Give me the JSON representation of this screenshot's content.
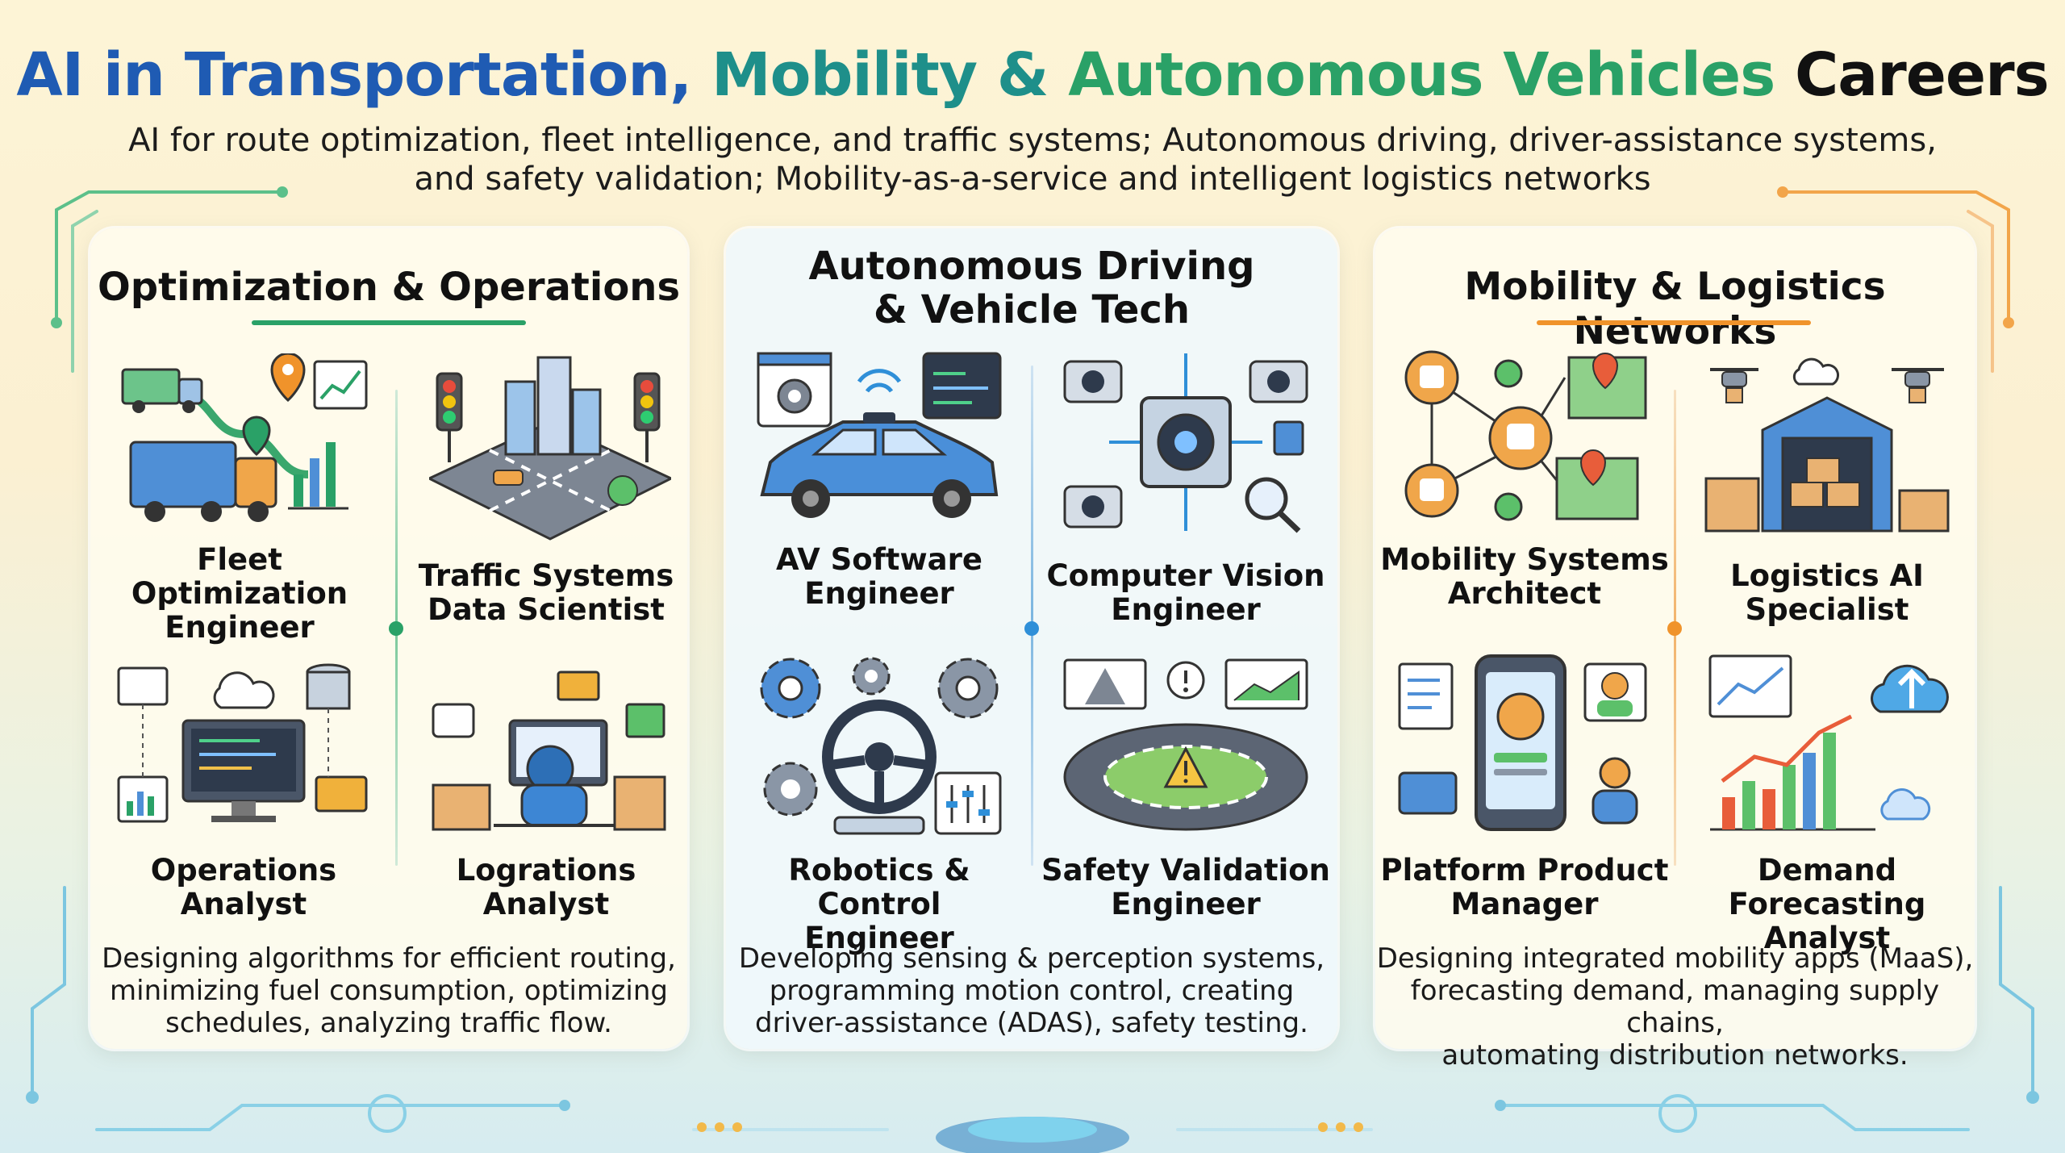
{
  "header": {
    "title_part1": "AI in Transportation,",
    "title_part2": "Mobility &",
    "title_part3": "Autonomous Vehicles",
    "title_part4": "Careers",
    "subtitle_line1": "AI for route optimization, fleet intelligence, and traffic systems; Autonomous driving, driver-assistance systems,",
    "subtitle_line2": "and safety validation; Mobility-as-a-service and intelligent logistics networks"
  },
  "colors": {
    "green": "#2aa167",
    "blue": "#2f8fd8",
    "orange": "#f0932b",
    "title_blue": "#1f5bb3",
    "title_teal": "#1e8f8a"
  },
  "panels": [
    {
      "title": "Optimization & Operations",
      "roles": [
        {
          "line1": "Fleet Optimization",
          "line2": "Engineer",
          "icon": "truck-route-icon"
        },
        {
          "line1": "Traffic Systems",
          "line2": "Data Scientist",
          "icon": "city-traffic-icon"
        },
        {
          "line1": "Operations",
          "line2": "Analyst",
          "icon": "operations-computer-icon"
        },
        {
          "line1": "Logrations",
          "line2": "Analyst",
          "icon": "logistics-desk-icon"
        }
      ],
      "desc_line1": "Designing algorithms for efficient routing,",
      "desc_line2": "minimizing fuel consumption, optimizing",
      "desc_line3": "schedules, analyzing traffic flow."
    },
    {
      "title_line1": "Autonomous Driving",
      "title_line2": "& Vehicle Tech",
      "roles": [
        {
          "line1": "AV Software",
          "line2": "Engineer",
          "icon": "autonomous-car-icon"
        },
        {
          "line1": "Computer Vision",
          "line2": "Engineer",
          "icon": "camera-network-icon"
        },
        {
          "line1": "Robotics & Control",
          "line2": "Engineer",
          "icon": "steering-gears-icon"
        },
        {
          "line1": "Safety Validation",
          "line2": "Engineer",
          "icon": "test-track-icon"
        }
      ],
      "desc_line1": "Developing sensing & perception systems,",
      "desc_line2": "programming motion control, creating",
      "desc_line3": "driver-assistance (ADAS), safety testing."
    },
    {
      "title": "Mobility & Logistics Networks",
      "roles": [
        {
          "line1": "Mobility Systems",
          "line2": "Architect",
          "icon": "mobility-hub-icon"
        },
        {
          "line1": "Logistics AI",
          "line2": "Specialist",
          "icon": "warehouse-drone-icon"
        },
        {
          "line1": "Platform Product",
          "line2": "Manager",
          "icon": "mobile-app-icon"
        },
        {
          "line1": "Demand Forecasting",
          "line2": "Analyst",
          "icon": "forecast-chart-icon"
        }
      ],
      "desc_line1": "Designing integrated mobility apps (MaaS),",
      "desc_line2": "forecasting demand, managing supply chains,",
      "desc_line3": "automating distribution networks."
    }
  ]
}
